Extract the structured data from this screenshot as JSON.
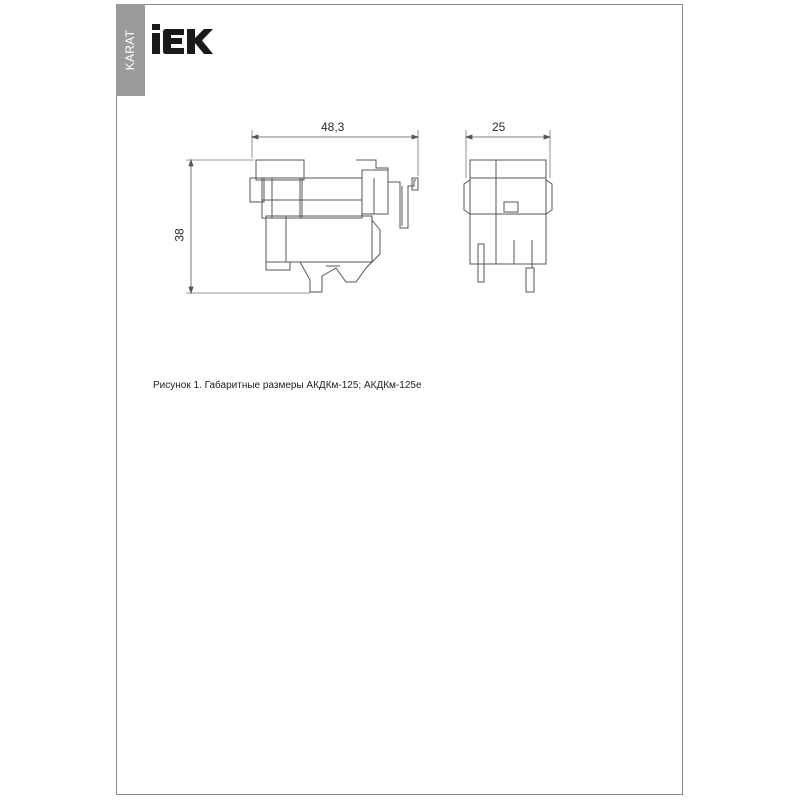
{
  "sheet": {
    "series_tab": "KARAT",
    "brand": "IEK",
    "brand_color": "#1a1a1a",
    "tab_color": "#9b9b9b"
  },
  "figure": {
    "dimensions": {
      "side_width": "48,3",
      "side_height": "38",
      "front_width": "25"
    },
    "caption": "Рисунок 1. Габаритные размеры АКДКм-125; АКДКм-125е"
  }
}
